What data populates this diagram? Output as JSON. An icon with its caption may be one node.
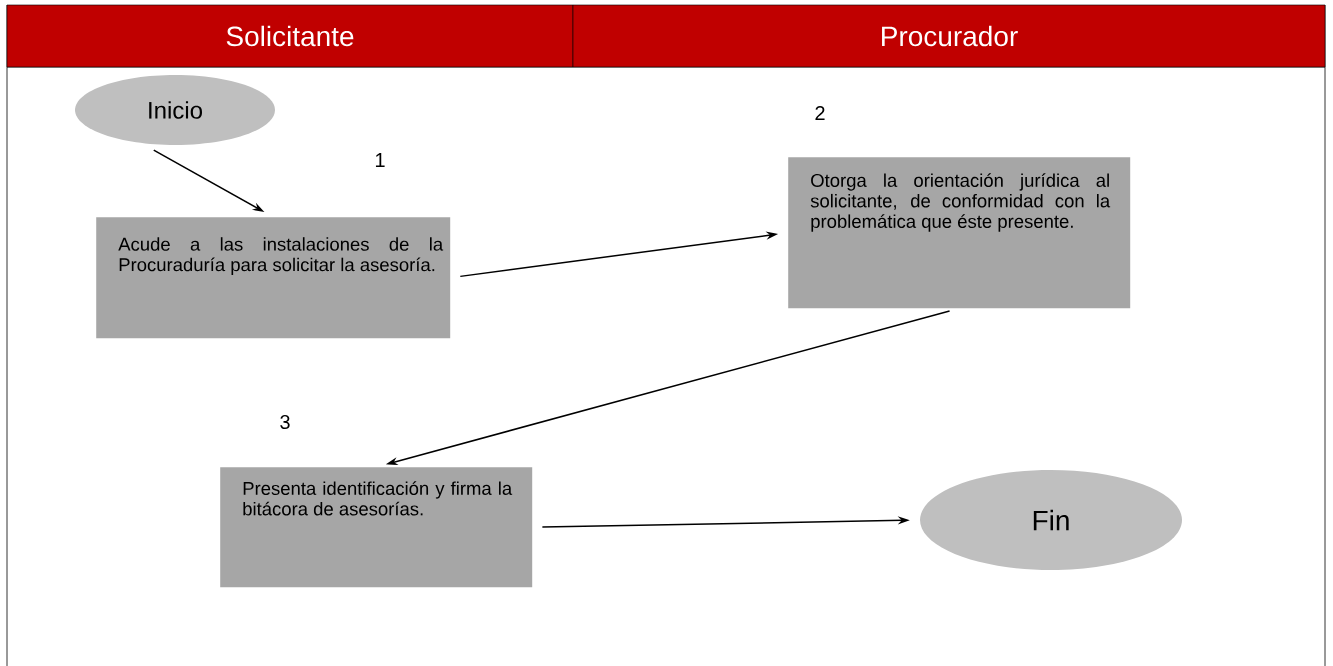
{
  "diagram": {
    "nodes": [
      {
        "text": [
          "Solicitante"
        ]
      },
      {
        "text": [
          "Procurador"
        ]
      },
      {
        "text": [
          "Inicio"
        ]
      },
      {
        "text": [
          "Acude a las instalaciones de la Procuraduría para solicitar la asesoría."
        ],
        "beside": [
          "1"
        ]
      },
      {
        "text": [
          "Otorga la orientación jurídica al solicitante, de conformidad con la problemática que éste presente."
        ],
        "beside": [
          "2"
        ]
      },
      {
        "text": [
          "Presenta identificación y firma la bitácora de asesorías."
        ],
        "beside": [
          "3"
        ]
      },
      {
        "text": [
          "Fin"
        ]
      }
    ],
    "edges": [
      {
        "from": 2,
        "to": 3,
        "arrow": "to"
      },
      {
        "from": 3,
        "to": 4,
        "arrow": "to"
      },
      {
        "from": 4,
        "to": 5,
        "arrow": "to"
      },
      {
        "from": 5,
        "to": 6,
        "arrow": "to"
      }
    ]
  }
}
